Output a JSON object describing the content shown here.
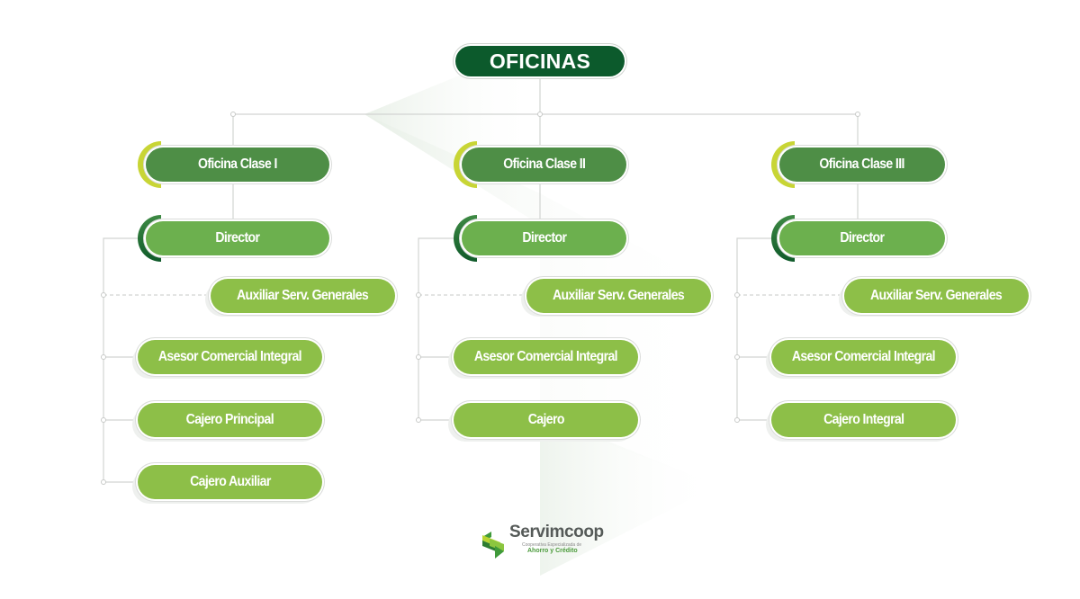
{
  "title": "OFICINAS",
  "colors": {
    "root": "#0c5a2c",
    "office": "#4e8e46",
    "office_accent": "#c8d535",
    "director": "#6cb04e",
    "director_accent": "#1f6d35",
    "role": "#8dbf48",
    "connector": "#d2d4d2"
  },
  "offices": [
    {
      "label": "Oficina Clase I",
      "director": "Director",
      "support_role": "Auxiliar Serv. Generales",
      "roles": [
        "Asesor Comercial Integral",
        "Cajero Principal",
        "Cajero Auxiliar"
      ]
    },
    {
      "label": "Oficina Clase II",
      "director": "Director",
      "support_role": "Auxiliar Serv. Generales",
      "roles": [
        "Asesor Comercial Integral",
        "Cajero"
      ]
    },
    {
      "label": "Oficina Clase III",
      "director": "Director",
      "support_role": "Auxiliar Serv. Generales",
      "roles": [
        "Asesor Comercial Integral",
        "Cajero Integral"
      ]
    }
  ],
  "logo": {
    "name": "Servimcoop",
    "tagline": "Cooperativa Especializada de",
    "tagline_bold": "Ahorro y Crédito",
    "icon": "servimcoop-s-icon"
  }
}
